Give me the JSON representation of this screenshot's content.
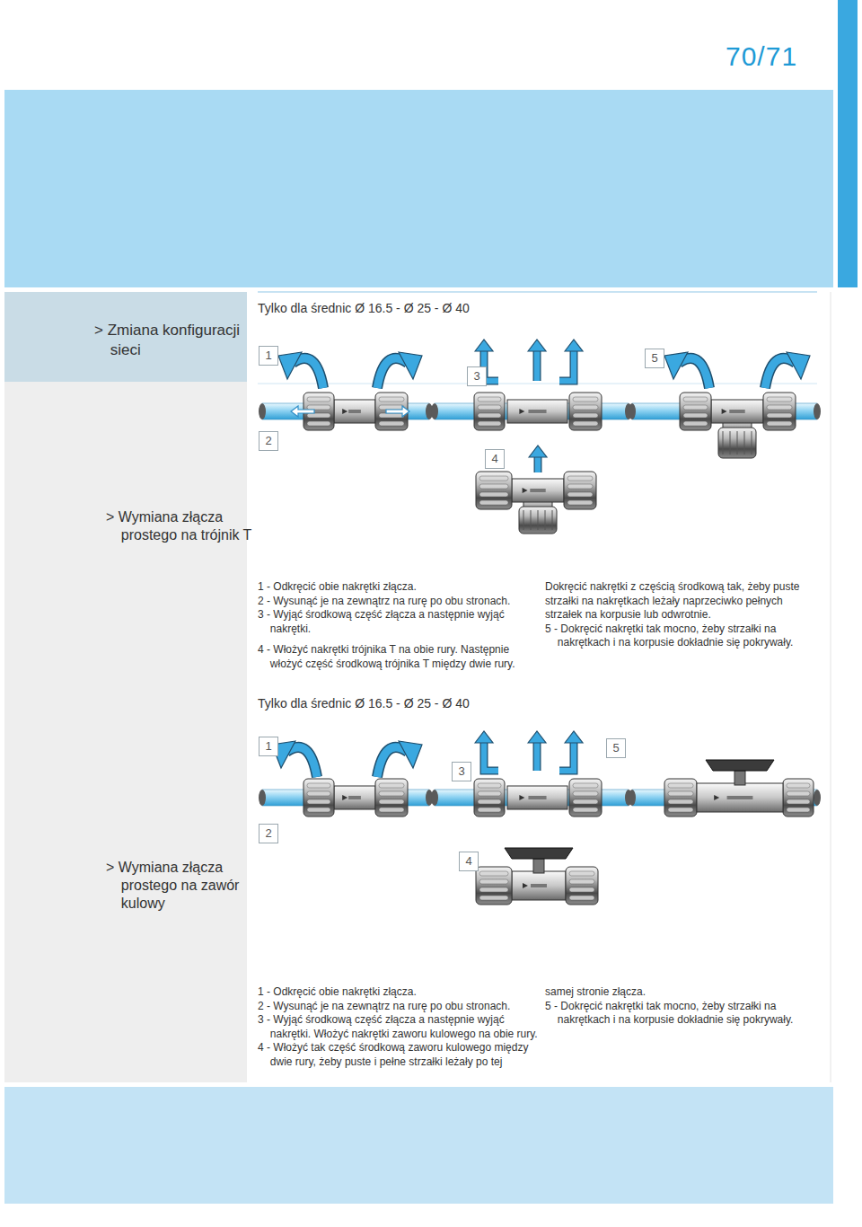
{
  "diagram": {
    "nodes": [
      {
        "text": [
          "> Zmiana konfiguracji sieci"
        ]
      }
    ],
    "labels": [
      "70/71",
      "Tylko dla średnic Ø 16.5 - Ø 25 - Ø 40",
      "1",
      "3",
      "5",
      "2",
      "4",
      "> Wymiana złącza prostego na trójnik T",
      "1 - Odkręcić obie nakrętki złącza.",
      "2 - Wysunąć je na zewnątrz na rurę po obu stronach.",
      "3 - Wyjąć środkową część złącza a następnie wyjąć nakrętki.",
      "4 - Włożyć nakrętki trójnika T na obie rury. Następnie włożyć część środkową trójnika T między dwie rury.",
      "Dokręcić nakrętki z częścią środkową tak, żeby puste strzałki na nakrętkach leżały naprzeciwko pełnych strzałek na korpusie lub odwrotnie.",
      "5 - Dokręcić nakrętki tak mocno, żeby strzałki na nakrętkach i na korpusie dokładnie się pokrywały.",
      "Tylko dla średnic Ø 16.5 - Ø 25 - Ø 40",
      "1",
      "5",
      "3",
      "2",
      "4",
      "> Wymiana złącza prostego na zawór kulowy",
      "1 - Odkręcić obie nakrętki złącza.",
      "2 - Wysunąć je na zewnątrz na rurę po obu stronach.",
      "3 - Wyjąć środkową część złącza a następnie wyjąć nakrętki. Włożyć nakrętki zaworu kulowego na obie rury.",
      "4 - Włożyć tak część środkową zaworu kulowego między dwie rury, żeby puste i pełne strzałki leżały po tej",
      "samej stronie złącza.",
      "5 - Dokręcić nakrętki tak mocno, żeby strzałki na nakrętkach i na korpusie dokładnie się pokrywały."
    ]
  }
}
